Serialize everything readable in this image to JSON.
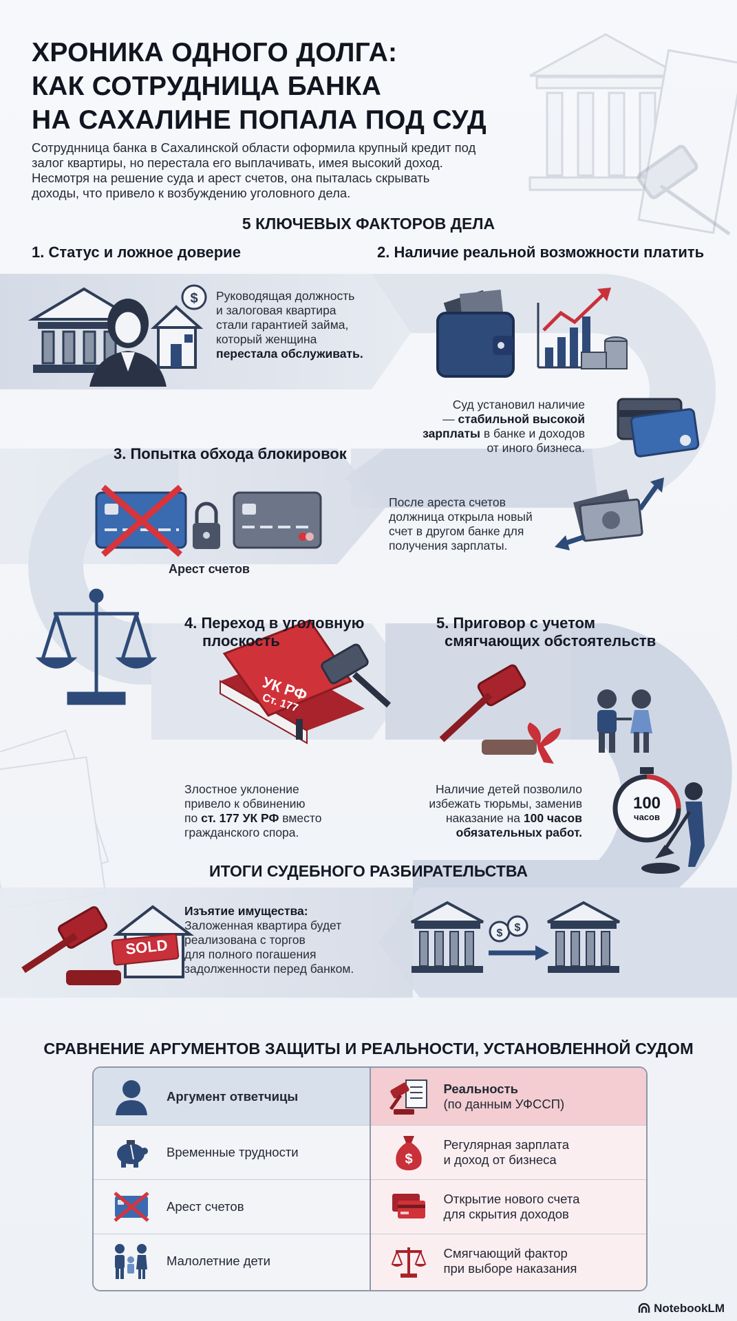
{
  "header": {
    "title_lines": [
      "ХРОНИКА ОДНОГО ДОЛГА:",
      "КАК СОТРУДНИЦА БАНКА",
      "НА САХАЛИНЕ ПОПАЛА ПОД СУД"
    ],
    "intro_lines": [
      "Сотруднница банка в Сахалинской области оформила крупный кредит под",
      "залог квартиры, но перестала его выплачивать, имея высокий доход.",
      "Несмотря на решение суда и арест счетов, она пыталась скрывать",
      "доходы, что привело к возбуждению уголовного дела."
    ]
  },
  "factors": {
    "heading": "5 КЛЮЧЕВЫХ ФАКТОРОВ ДЕЛА",
    "f1": {
      "title": "1. Статус и ложное доверие",
      "lines": [
        "Руководящая должность",
        "и залоговая квартира",
        "стали гарантией займа,",
        "который женщина"
      ],
      "bold": "перестала обслуживать."
    },
    "f2": {
      "title": "2. Наличие реальной возможности платить",
      "l1": "Суд установил наличие",
      "l2_pre": "— ",
      "l2_bold": "стабильной высокой",
      "l3_bold": "зарплаты",
      "l3_rest": " в банке и доходов",
      "l4": "от иного бизнеса."
    },
    "f3": {
      "title": "3. Попытка обхода блокировок",
      "caption": "Арест счетов",
      "lines": [
        "После ареста счетов",
        "должница открыла новый",
        "счет в другом банке для",
        "получения зарплаты."
      ]
    },
    "f4": {
      "title_lines": [
        "4. Переход в уголовную",
        "плоскость"
      ],
      "book_lines": [
        "УК РФ",
        "Ст. 177"
      ],
      "l1": "Злостное уклонение",
      "l2": "привело к обвинению",
      "l3_pre": "по ",
      "l3_bold": "ст. 177 УК РФ",
      "l3_post": " вместо",
      "l4": "гражданского спора."
    },
    "f5": {
      "title_lines": [
        "5. Приговор с учетом",
        "смягчающих обстоятельств"
      ],
      "l1": "Наличие детей позволило",
      "l2": "избежать тюрьмы, заменив",
      "l3_pre": "наказание на ",
      "l3_bold": "100 часов",
      "l4_bold": "обязательных работ.",
      "clock_value": "100",
      "clock_unit": "часов"
    }
  },
  "results": {
    "heading": "ИТОГИ СУДЕБНОГО РАЗБИРАТЕЛЬСТВА",
    "sold_label": "SOLD",
    "title": "Изъятие имущества:",
    "lines": [
      "Заложенная квартира будет",
      "реализована с торгов",
      "для полного погашения",
      "задолженности перед банком."
    ]
  },
  "comparison": {
    "heading": "СРАВНЕНИЕ АРГУМЕНТОВ ЗАЩИТЫ И РЕАЛЬНОСТИ, УСТАНОВЛЕННОЙ СУДОМ",
    "left_header": "Аргумент ответчицы",
    "right_header": "Реальность",
    "right_header_sub": "(по данным УФССП)",
    "rows": [
      {
        "left": "Временные трудности",
        "right": [
          "Регулярная зарплата",
          "и доход от бизнеса"
        ],
        "left_icon": "piggy-bank-icon",
        "right_icon": "money-bag-icon"
      },
      {
        "left": "Арест счетов",
        "right": [
          "Открытие нового счета",
          "для скрытия доходов"
        ],
        "left_icon": "crossed-card-icon",
        "right_icon": "cards-icon"
      },
      {
        "left": "Малолетние дети",
        "right": [
          "Смягчающий фактор",
          "при выборе наказания"
        ],
        "left_icon": "family-icon",
        "right_icon": "scales-icon"
      }
    ]
  },
  "brand": "NotebookLM",
  "colors": {
    "navy": "#2e4a78",
    "red": "#c8303a",
    "band": "#dde3ec",
    "ink": "#141925"
  }
}
